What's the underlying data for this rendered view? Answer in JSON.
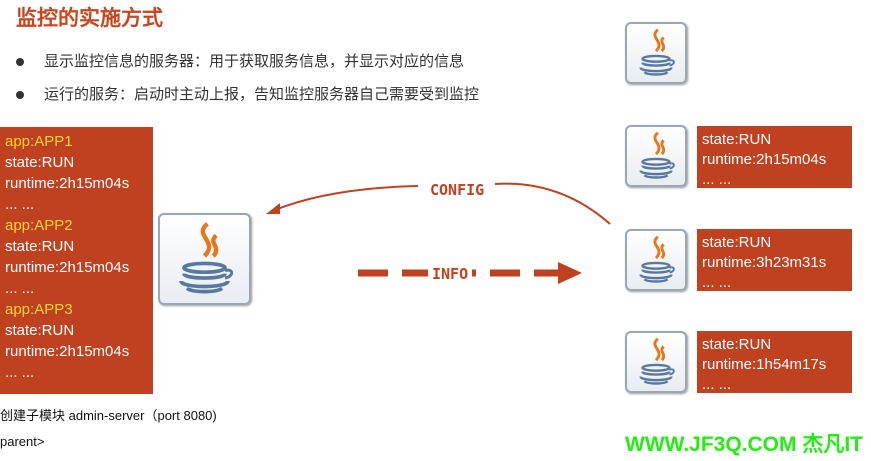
{
  "title": "监控的实施方式",
  "bullets": [
    "显示监控信息的服务器：用于获取服务信息，并显示对应的信息",
    "运行的服务：启动时主动上报，告知监控服务器自己需要受到监控"
  ],
  "left_box": [
    {
      "app": "app:APP1",
      "state": "state:RUN",
      "runtime": "runtime:2h15m04s",
      "more": "... ..."
    },
    {
      "app": "app:APP2",
      "state": "state:RUN",
      "runtime": "runtime:2h15m04s",
      "more": "... ..."
    },
    {
      "app": "app:APP3",
      "state": "state:RUN",
      "runtime": "runtime:2h15m04s",
      "more": "... ..."
    }
  ],
  "right_boxes": [
    {
      "state": "state:RUN",
      "runtime": "runtime:2h15m04s",
      "more": "... ..."
    },
    {
      "state": "state:RUN",
      "runtime": "runtime:3h23m31s",
      "more": "... ..."
    },
    {
      "state": "state:RUN",
      "runtime": "runtime:1h54m17s",
      "more": "... ..."
    }
  ],
  "arrows": {
    "config": "CONFIG",
    "info": "INFO"
  },
  "footer": {
    "line1": "创建子模块  admin-server（port 8080)",
    "line2": "parent>"
  },
  "watermark": "WWW.JF3Q.COM 杰凡IT",
  "colors": {
    "accent": "#c0411f",
    "app_label": "#ffd23c",
    "watermark": "#22ee11"
  }
}
